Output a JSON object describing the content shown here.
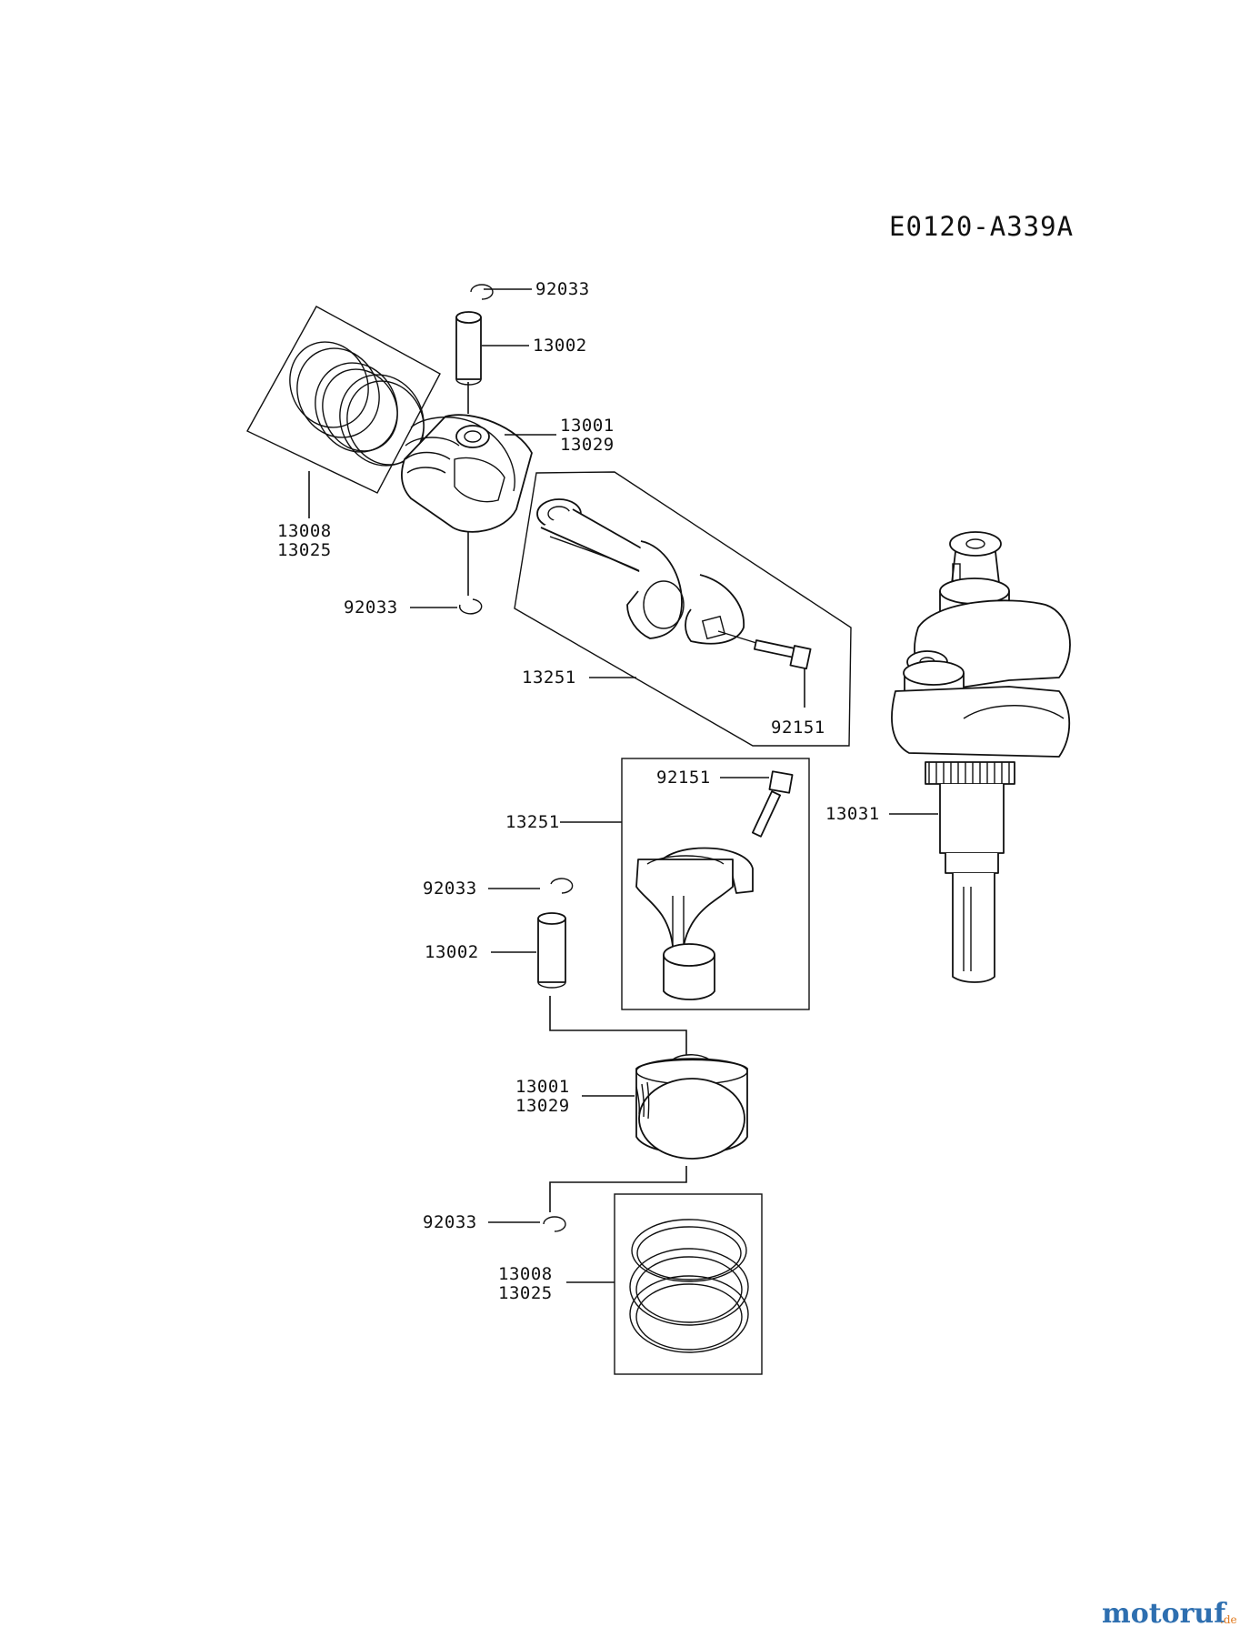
{
  "diagram_code": "E0120-A339A",
  "labels": {
    "top_snap_ring": "92033",
    "top_piston_pin": "13002",
    "top_piston_a": "13001",
    "top_piston_b": "13029",
    "top_rings_a": "13008",
    "top_rings_b": "13025",
    "mid_snap_ring": "92033",
    "top_conrod": "13251",
    "top_bolt": "92151",
    "crankshaft": "13031",
    "bot_bolt": "92151",
    "bot_conrod": "13251",
    "bot_snap_ring_upper": "92033",
    "bot_piston_pin": "13002",
    "bot_piston_a": "13001",
    "bot_piston_b": "13029",
    "bot_snap_ring_lower": "92033",
    "bot_rings_a": "13008",
    "bot_rings_b": "13025"
  },
  "watermark": {
    "text": "motoruf",
    "suffix": ".de",
    "colors": {
      "primary": "#2e6fb0",
      "accent": "#e07a1f"
    }
  }
}
